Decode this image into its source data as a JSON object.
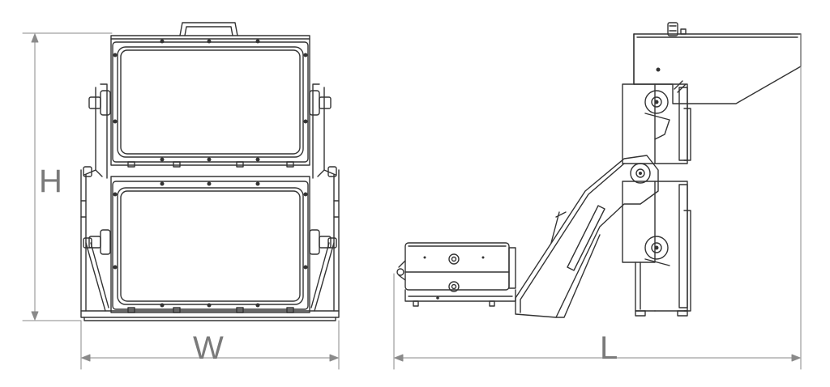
{
  "dimensions": {
    "height_label": "H",
    "width_label": "W",
    "length_label": "L"
  },
  "colors": {
    "line": "#333333",
    "dimension": "#8a8a8a",
    "label": "#7a7a7a"
  }
}
